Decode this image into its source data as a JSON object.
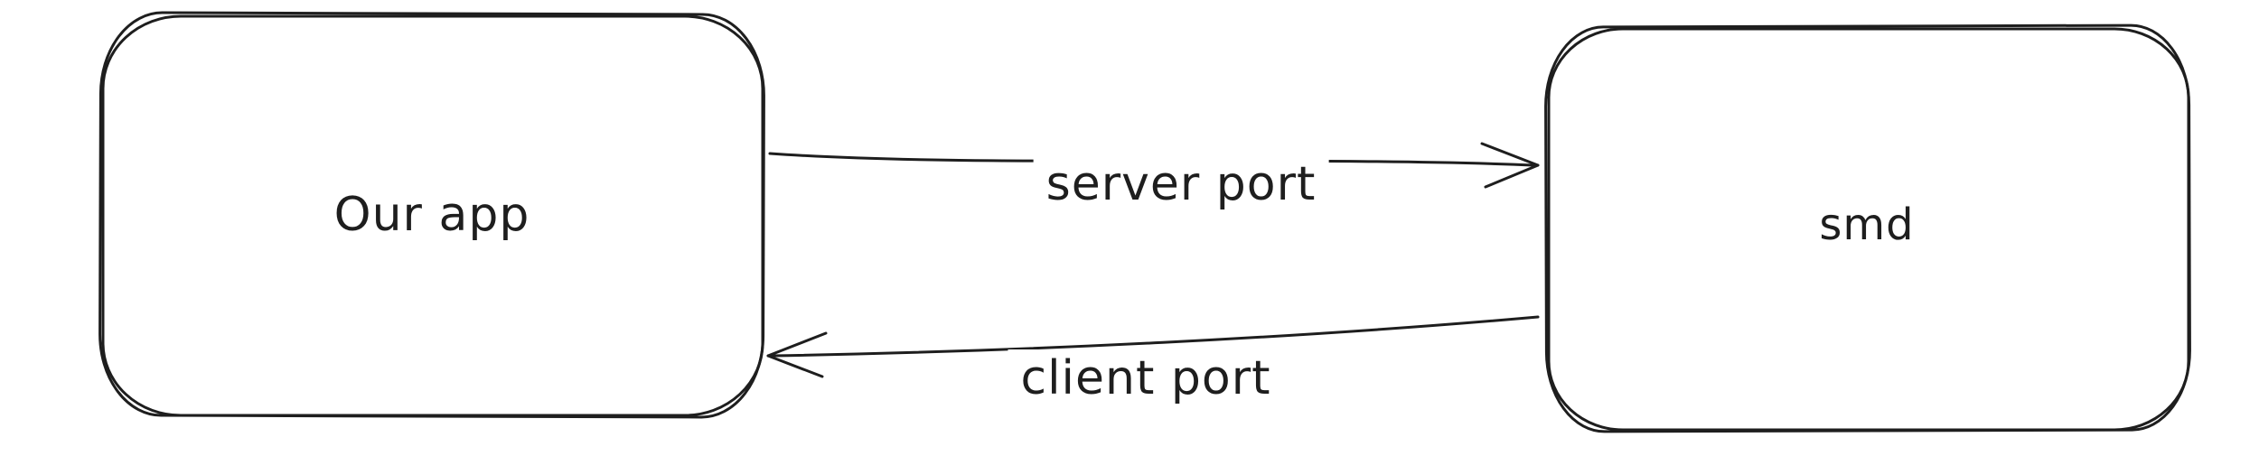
{
  "diagram": {
    "background_color": "#ffffff",
    "stroke_color": "#1e1e1e",
    "style": "hand-drawn",
    "nodes": [
      {
        "id": "our-app",
        "label": "Our app",
        "shape": "rounded-rectangle"
      },
      {
        "id": "smd",
        "label": "smd",
        "shape": "rounded-rectangle"
      }
    ],
    "edges": [
      {
        "id": "server-port",
        "label": "server port",
        "from": "our-app",
        "to": "smd",
        "direction": "left-to-right"
      },
      {
        "id": "client-port",
        "label": "client port",
        "from": "smd",
        "to": "our-app",
        "direction": "right-to-left"
      }
    ]
  }
}
